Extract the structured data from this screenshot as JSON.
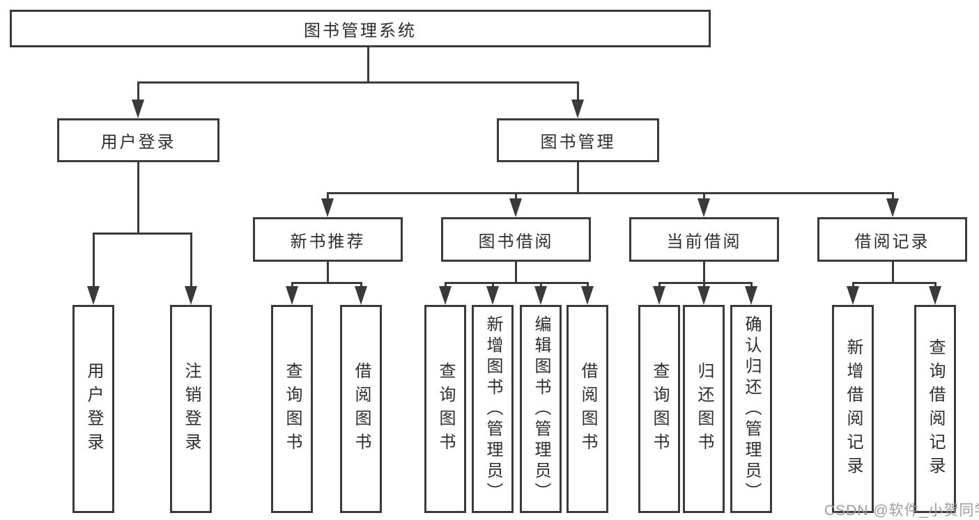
{
  "diagram": {
    "root": {
      "label": "图书管理系统"
    },
    "branches": [
      {
        "label": "用户登录",
        "children": [
          {
            "label": "用户登录"
          },
          {
            "label": "注销登录"
          }
        ]
      },
      {
        "label": "图书管理",
        "children": [
          {
            "label": "新书推荐",
            "children": [
              {
                "label": "查询图书"
              },
              {
                "label": "借阅图书"
              }
            ]
          },
          {
            "label": "图书借阅",
            "children": [
              {
                "label": "查询图书"
              },
              {
                "label": "新增图书（管理员）"
              },
              {
                "label": "编辑图书（管理员）"
              },
              {
                "label": "借阅图书"
              }
            ]
          },
          {
            "label": "当前借阅",
            "children": [
              {
                "label": "查询图书"
              },
              {
                "label": "归还图书"
              },
              {
                "label": "确认归还（管理员）"
              }
            ]
          },
          {
            "label": "借阅记录",
            "children": [
              {
                "label": "新增借阅记录"
              },
              {
                "label": "查询借阅记录"
              }
            ]
          }
        ]
      }
    ]
  },
  "watermark": {
    "text": "CSDN @软件_小贺同学"
  },
  "colors": {
    "line": "#3a3a3a",
    "text": "#2d2d2d",
    "watermark": "#9c9c9c",
    "background": "#ffffff"
  }
}
